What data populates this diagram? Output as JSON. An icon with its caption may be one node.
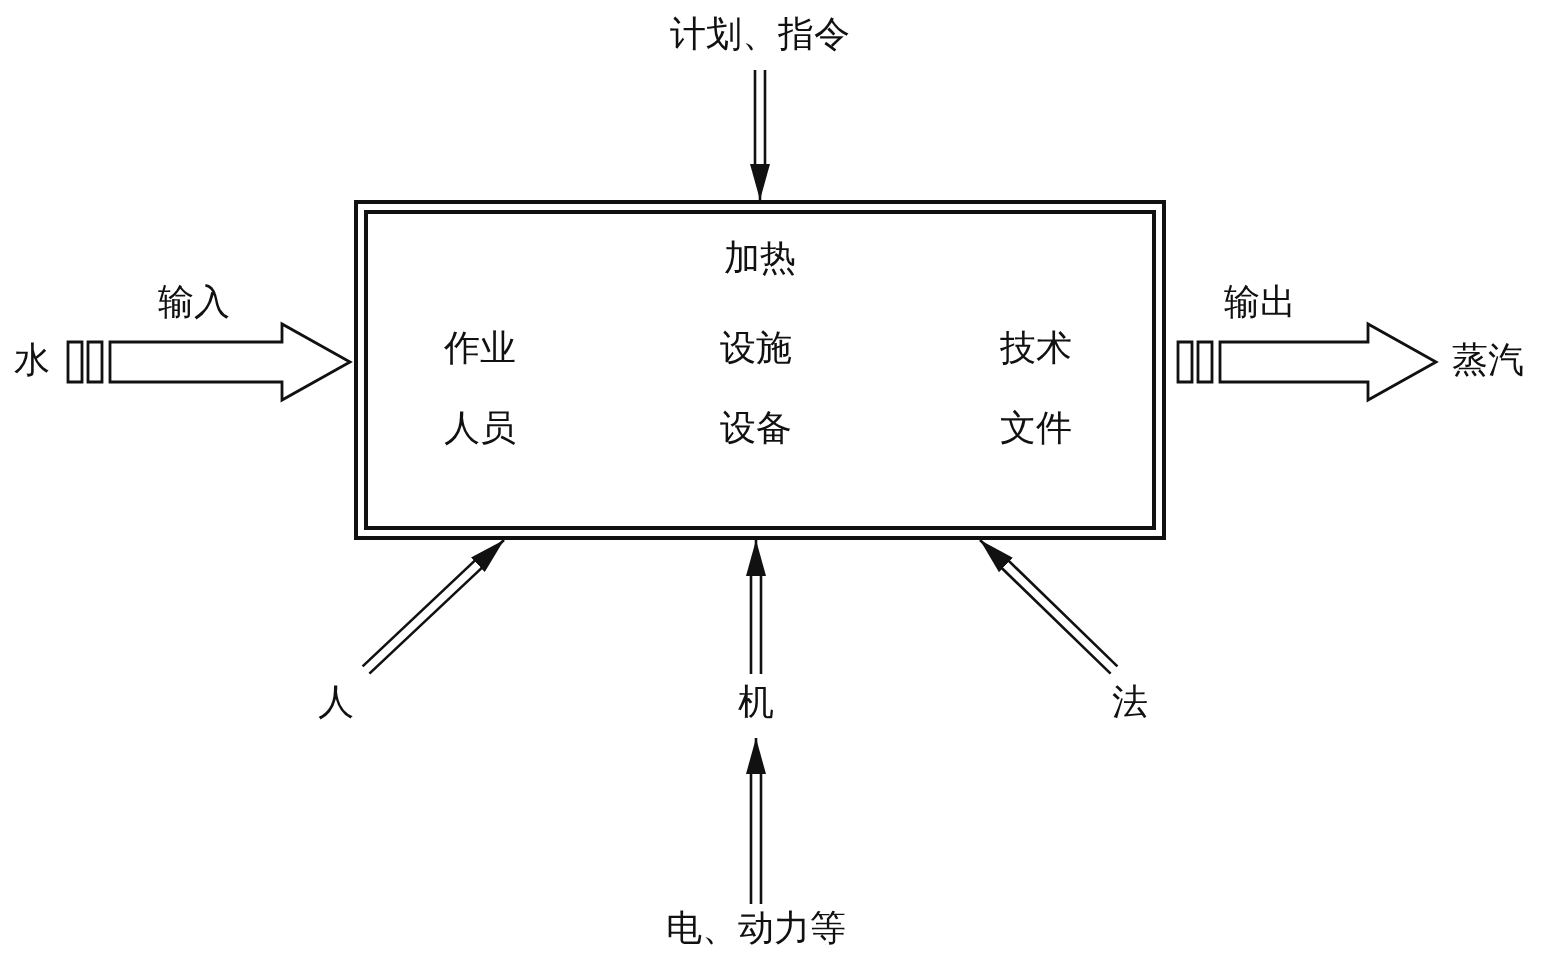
{
  "diagram": {
    "nodes": [
      {
        "text": [
          "加热",
          "作业",
          "设施",
          "技术",
          "人员",
          "设备",
          "文件"
        ]
      },
      {
        "text": [
          "计划、指令"
        ]
      },
      {
        "text": [
          "水"
        ]
      },
      {
        "text": [
          "蒸汽"
        ]
      },
      {
        "text": [
          "人"
        ]
      },
      {
        "text": [
          "机"
        ]
      },
      {
        "text": [
          "法"
        ]
      },
      {
        "text": [
          "电、动力等"
        ]
      }
    ],
    "edges": [
      {
        "from": 1,
        "to": 0,
        "arrow": "to"
      },
      {
        "from": 2,
        "to": 0,
        "arrow": "to",
        "label": "输入",
        "style": "thick"
      },
      {
        "from": 0,
        "to": 3,
        "arrow": "to",
        "label": "输出",
        "style": "thick"
      },
      {
        "from": 4,
        "to": 0,
        "arrow": "to"
      },
      {
        "from": 5,
        "to": 0,
        "arrow": "to"
      },
      {
        "from": 6,
        "to": 0,
        "arrow": "to"
      },
      {
        "from": 7,
        "to": 5,
        "arrow": "to"
      }
    ]
  }
}
